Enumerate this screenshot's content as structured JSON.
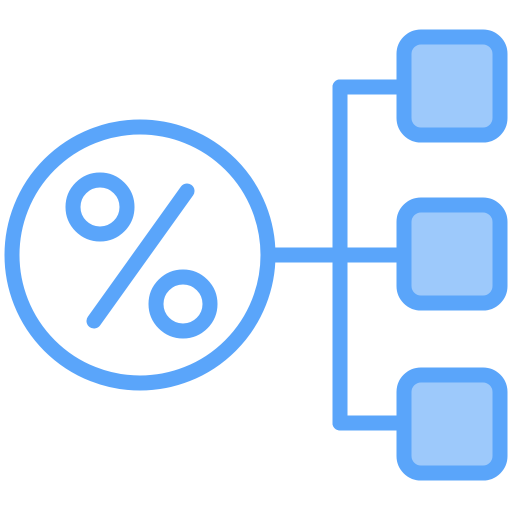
{
  "icon": {
    "name": "percentage-distribution-icon",
    "colors": {
      "stroke": "#5aa5fa",
      "box_fill": "#9dc9fb",
      "background": "#ffffff"
    },
    "parts": {
      "center": "percent-circle",
      "branches": [
        "top-box",
        "middle-box",
        "bottom-box"
      ]
    }
  }
}
